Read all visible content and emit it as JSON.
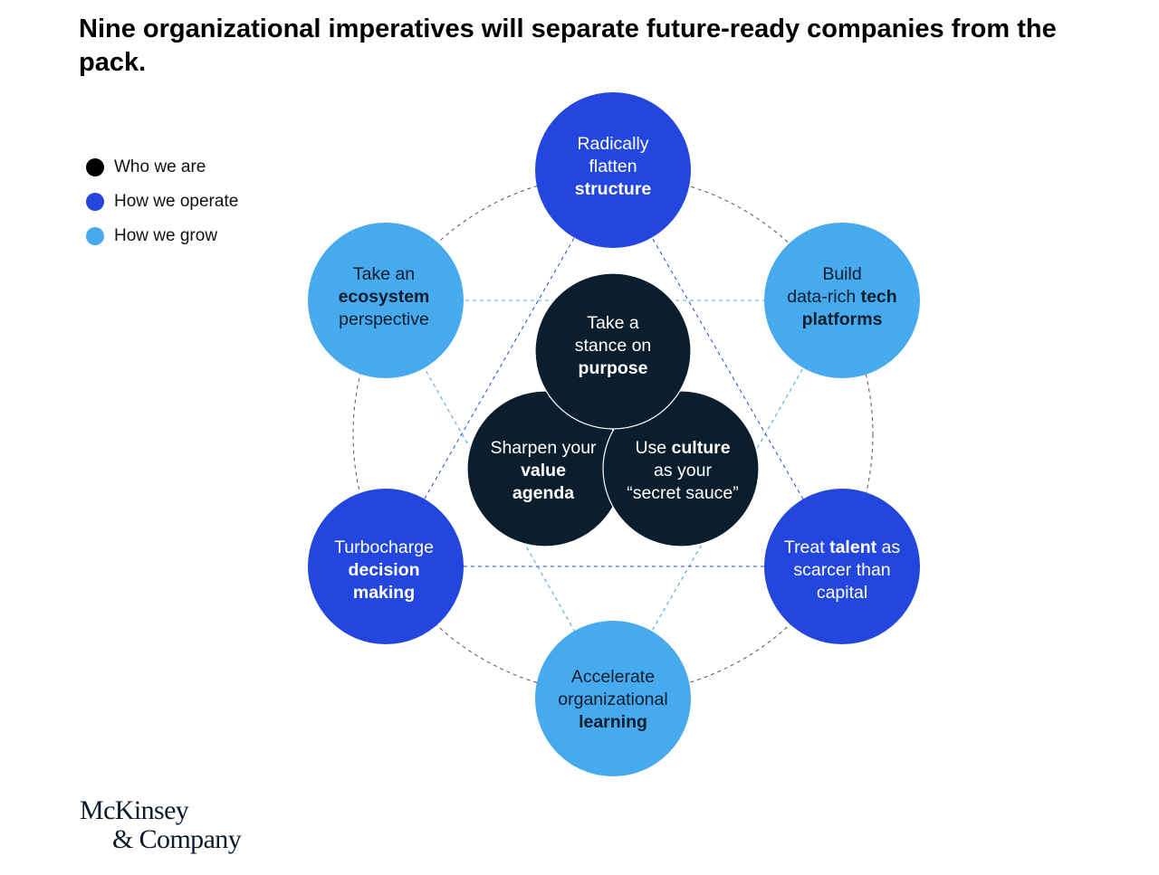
{
  "title": "Nine organizational imperatives will separate future-ready companies from the pack.",
  "colors": {
    "who_we_are": "#0b1e2d",
    "how_we_operate": "#2346df",
    "how_we_grow": "#47a9ee",
    "ring_dashed": "#555555"
  },
  "legend": [
    {
      "label": "Who we are",
      "color": "#000000"
    },
    {
      "label": "How we operate",
      "color": "#2346df"
    },
    {
      "label": "How we grow",
      "color": "#47a9ee"
    }
  ],
  "nodes": {
    "structure": {
      "category": "how_we_operate",
      "lines": [
        [
          "Radically"
        ],
        [
          "flatten"
        ],
        [
          "**structure**"
        ]
      ]
    },
    "tech": {
      "category": "how_we_grow",
      "lines": [
        [
          "Build"
        ],
        [
          "data-rich ",
          "**tech**"
        ],
        [
          "**platforms**"
        ]
      ]
    },
    "talent": {
      "category": "how_we_operate",
      "lines": [
        [
          "Treat ",
          "**talent**",
          " as"
        ],
        [
          "scarcer than"
        ],
        [
          "capital"
        ]
      ]
    },
    "learning": {
      "category": "how_we_grow",
      "lines": [
        [
          "Accelerate"
        ],
        [
          "organizational"
        ],
        [
          "**learning**"
        ]
      ]
    },
    "decision": {
      "category": "how_we_operate",
      "lines": [
        [
          "Turbocharge"
        ],
        [
          "**decision**"
        ],
        [
          "**making**"
        ]
      ]
    },
    "ecosystem": {
      "category": "how_we_grow",
      "lines": [
        [
          "Take an"
        ],
        [
          "**ecosystem**"
        ],
        [
          "perspective"
        ]
      ]
    },
    "purpose": {
      "category": "who_we_are",
      "lines": [
        [
          "Take a"
        ],
        [
          "stance on"
        ],
        [
          "**purpose**"
        ]
      ]
    },
    "value": {
      "category": "who_we_are",
      "lines": [
        [
          "Sharpen your"
        ],
        [
          "**value**"
        ],
        [
          "**agenda**"
        ]
      ]
    },
    "culture": {
      "category": "who_we_are",
      "lines": [
        [
          "Use ",
          "**culture**"
        ],
        [
          "as your"
        ],
        [
          "“secret sauce”"
        ]
      ]
    }
  },
  "logo": {
    "line1": "McKinsey",
    "line2": "& Company"
  }
}
